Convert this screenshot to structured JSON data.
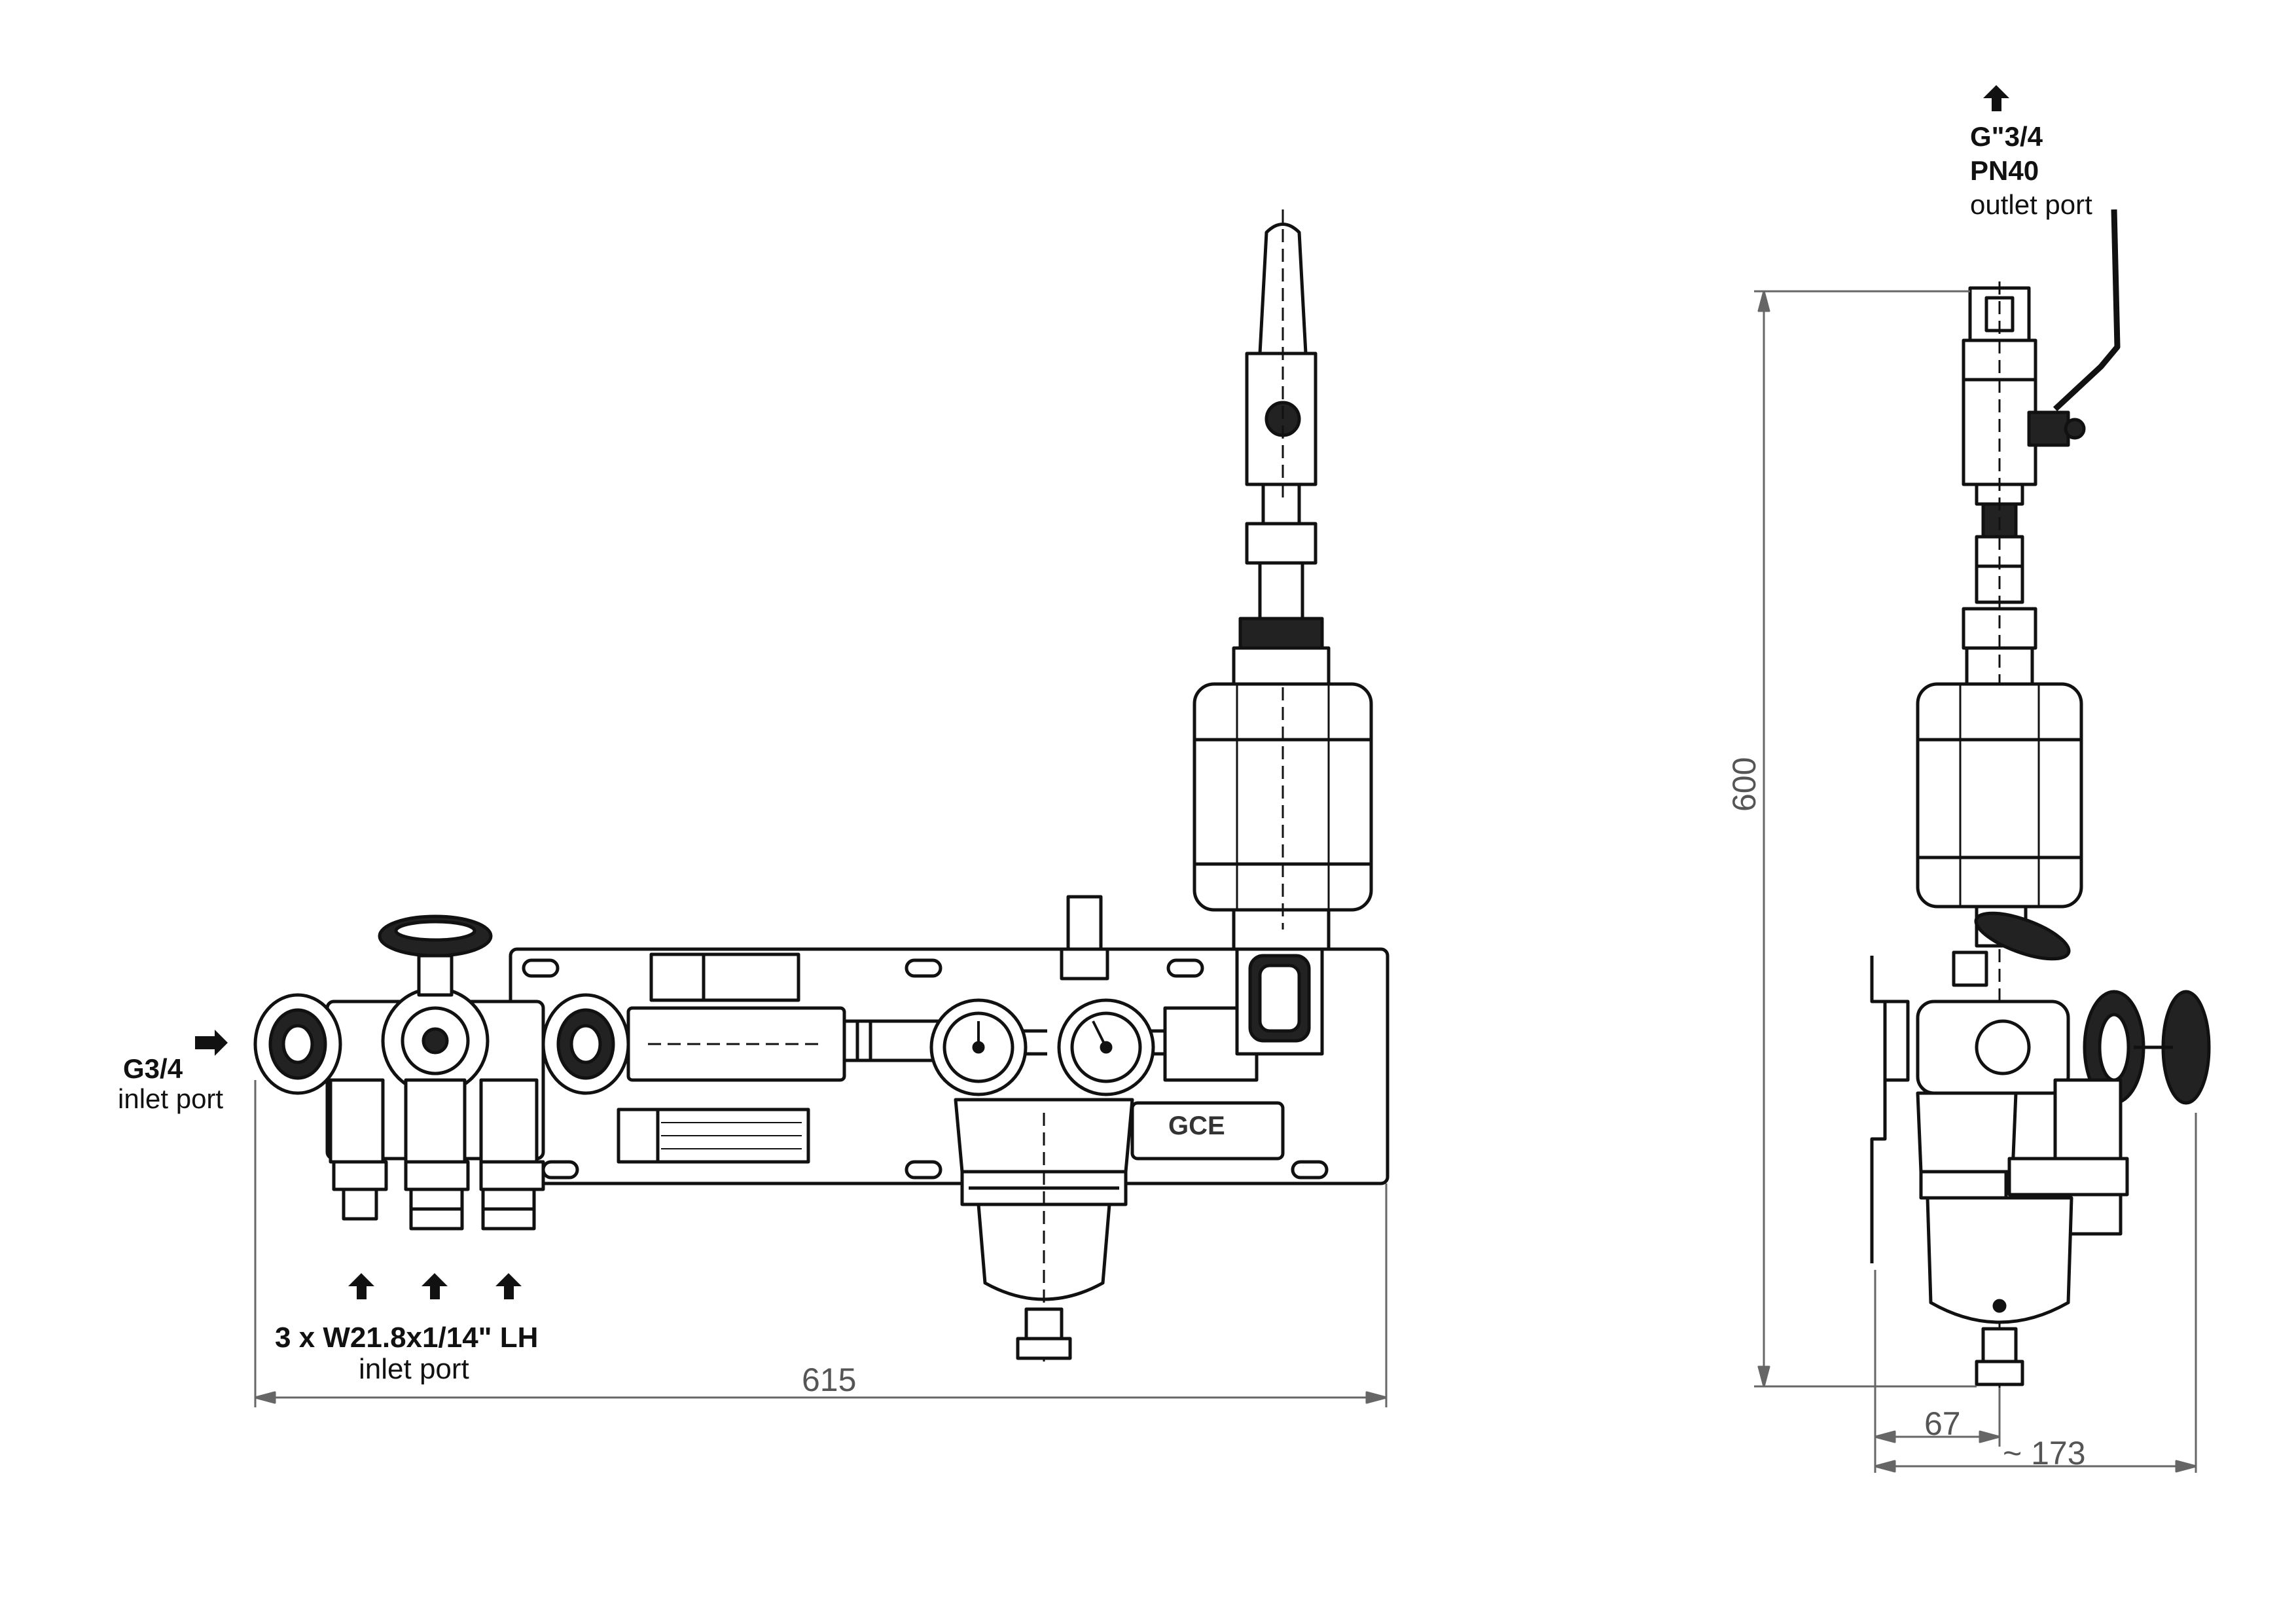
{
  "front_view": {
    "left_inlet": {
      "thread": "G3/4",
      "caption": "inlet port"
    },
    "bottom_inlets": {
      "spec": "3 x  W21.8x1/14\" LH",
      "caption": "inlet port"
    },
    "width_dimension": "615",
    "logo_text": "GCE"
  },
  "side_view": {
    "outlet": {
      "thread": "G\"3/4",
      "pressure": "PN40",
      "caption": "outlet port"
    },
    "height_dimension": "600",
    "depth_dimension_1": "67",
    "depth_dimension_2": "~ 173"
  },
  "colors": {
    "line": "#111111",
    "dimension": "#666666",
    "fill": "#ffffff"
  }
}
